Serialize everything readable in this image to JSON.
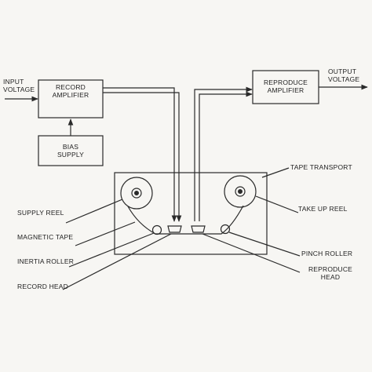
{
  "diagram": {
    "input_voltage": [
      "INPUT",
      "VOLTAGE"
    ],
    "record_amplifier": [
      "RECORD",
      "AMPLIFIER"
    ],
    "bias_supply": [
      "BIAS",
      "SUPPLY"
    ],
    "reproduce_amplifier": [
      "REPRODUCE",
      "AMPLIFIER"
    ],
    "output_voltage": [
      "OUTPUT",
      "VOLTAGE"
    ],
    "tape_transport": "TAPE TRANSPORT",
    "supply_reel": "SUPPLY REEL",
    "magnetic_tape": "MAGNETIC TAPE",
    "inertia_roller": "INERTIA ROLLER",
    "record_head": "RECORD HEAD",
    "take_up_reel": "TAKE UP REEL",
    "pinch_roller": "PINCH ROLLER",
    "reproduce_head": [
      "REPRODUCE",
      "HEAD"
    ]
  },
  "colors": {
    "line": "#2a2a2a",
    "paper": "#f7f6f3"
  }
}
